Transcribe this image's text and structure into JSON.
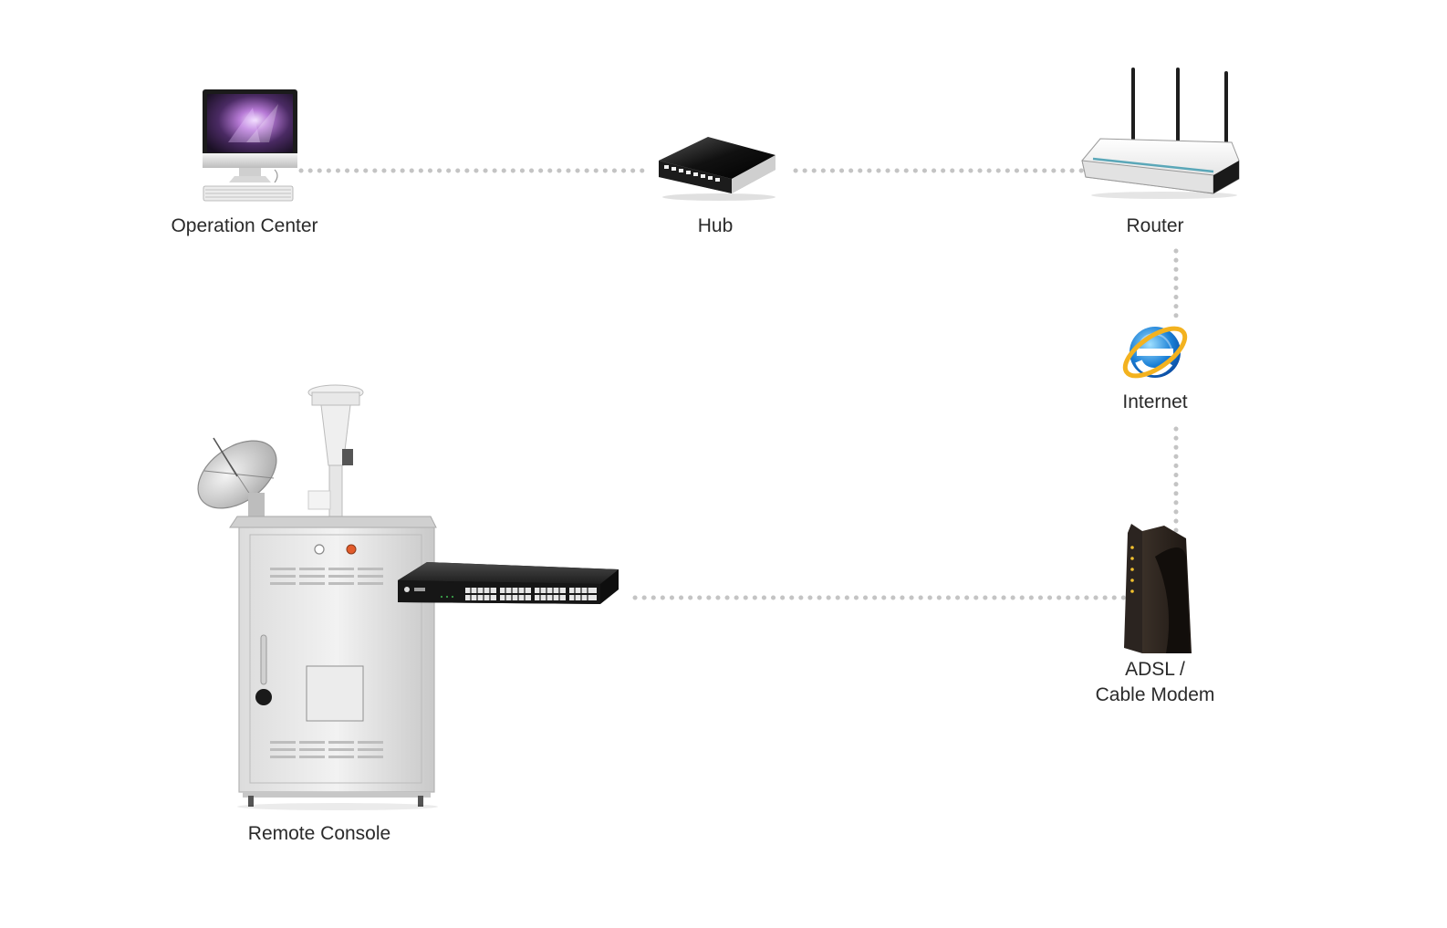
{
  "nodes": {
    "operation_center": {
      "label": "Operation Center",
      "icon": "desktop-computer-icon"
    },
    "hub": {
      "label": "Hub",
      "icon": "network-hub-icon"
    },
    "router": {
      "label": "Router",
      "icon": "wireless-router-icon"
    },
    "internet": {
      "label": "Internet",
      "icon": "internet-explorer-icon"
    },
    "modem": {
      "label_line1": "ADSL /",
      "label_line2": "Cable Modem",
      "icon": "modem-icon"
    },
    "remote_console": {
      "label": "Remote Console",
      "icon": "monitoring-station-icon"
    },
    "switch": {
      "icon": "network-switch-icon"
    }
  },
  "connections": [
    {
      "from": "operation_center",
      "to": "hub",
      "style": "dotted"
    },
    {
      "from": "hub",
      "to": "router",
      "style": "dotted"
    },
    {
      "from": "router",
      "to": "internet",
      "style": "dotted"
    },
    {
      "from": "internet",
      "to": "modem",
      "style": "dotted"
    },
    {
      "from": "switch",
      "to": "modem",
      "style": "dotted"
    }
  ],
  "colors": {
    "dots": "#c4c4c4",
    "text": "#2a2a2a"
  }
}
